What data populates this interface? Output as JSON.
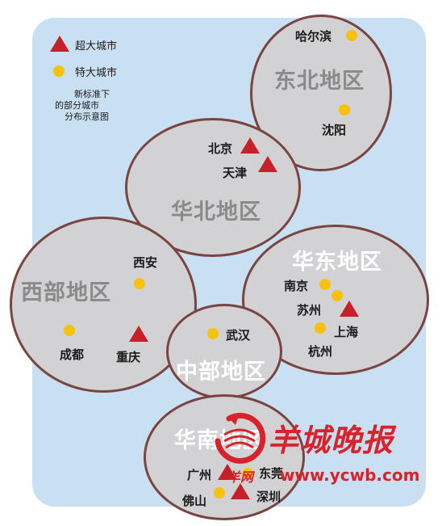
{
  "colors": {
    "panel": "#c9e0f2",
    "region_fill": "#d2d2d4",
    "region_border": "#7a4440",
    "region_label": "#8a8a8a",
    "region_label_white": "#ffffff",
    "megacity": "#c8202a",
    "large_city": "#f7c10e",
    "brand_red": "#d7242c"
  },
  "legend": {
    "megacity_label": "超大城市",
    "large_city_label": "特大城市",
    "note_line1": "新标准下",
    "note_line2": "的部分城市",
    "note_line3": "分布示意图"
  },
  "regions": {
    "northeast": {
      "label": "东北地区",
      "cities": {
        "harbin": "哈尔滨",
        "shenyang": "沈阳"
      }
    },
    "north": {
      "label": "华北地区",
      "cities": {
        "beijing": "北京",
        "tianjin": "天津"
      }
    },
    "west": {
      "label": "西部地区",
      "cities": {
        "xian": "西安",
        "chengdu": "成都",
        "chongqing": "重庆"
      }
    },
    "east": {
      "label": "华东地区",
      "cities": {
        "nanjing": "南京",
        "suzhou": "苏州",
        "shanghai": "上海",
        "hangzhou": "杭州"
      }
    },
    "central": {
      "label": "中部地区",
      "cities": {
        "wuhan": "武汉"
      }
    },
    "south": {
      "label": "华南地区",
      "cities": {
        "guangzhou": "广州",
        "dongguan": "东莞",
        "foshan": "佛山",
        "shenzhen": "深圳"
      }
    }
  },
  "watermark": {
    "brand": "羊城晚报",
    "small_mark": "羊网",
    "url": "www.ycwb.com"
  }
}
